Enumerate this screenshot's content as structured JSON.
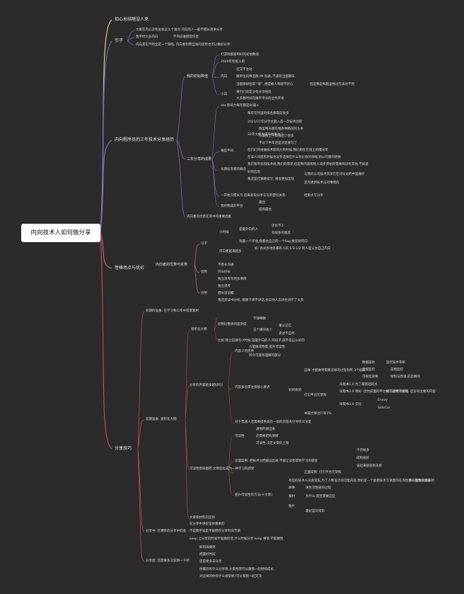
{
  "root": "内向技术人如何做分享",
  "colors": {
    "background": "#2b2b2b",
    "yellow": "#e0d36a",
    "violet": "#7563c8",
    "purple": "#8e67b8",
    "pink": "#c25c85",
    "red": "#c24e4e"
  },
  "branches": {
    "b1": "知心总结随没人来",
    "b2": "引子",
    "b2_items": [
      "大家在内心没有总会这么个观点 内向的人一般不擅长演讲分享",
      "我平时大多内向",
      "不内向谁擅得作息",
      "内向其实不完全是一个缺陷, 内向者利用自身的优势也可以做好分享"
    ],
    "b3": "内向程序员的三年技术分享经历",
    "b3_items": [
      "我的初始数值",
      "打游戏都爱和好的初始数值",
      "2020年校招入职",
      "内向",
      "社交不主动",
      "跟单位同事混群 IM 沟通, 不喜欢当面聊天",
      "当面聊却显得 \"嗯\", 想是被人和嗯不舒心",
      "但是我是和脑里想过在表达不到",
      "小白",
      "来们们前是没有分享经验",
      "大多数时间在做平平淡的业务开发",
      "三年分享的成果",
      "ata 影响力每年都是80篇+",
      "每年在阿里的排名都靠前很多",
      "2021/27年分享主题入选一次技术创新",
      "22年文献大成开始发力了",
      "群里每天都在推各种路况的头条",
      "写篇技上千年落后了很多",
      "不过下半年还是决定要写了",
      "难是不同",
      "但们们开始做技术影响力的时候,我们想在在线上的曝光率",
      "在非人间遗民时候也没有选择在什么有价值的领域,则公司需的转换",
      "我们和带有和技术组,我们的需求,但是和内容和别人同步开始的需要和没有其他,不知道",
      "长期投资者的概念",
      "好的信息",
      "我还是打算继续写, 将会更加实际",
      "与我的公司技术资深在在讨论过的中里做好",
      "还有更新技术与对事情的",
      "一开始只擅长写 后来发现分享与写的密切关系",
      "结果大写分享",
      "我终明成的平台",
      "最佳",
      "提到最优",
      "内向者的优势在其中的重要因素"
    ],
    "b4": "性格场点与优劣",
    "b4_items": [
      "内向者的优势与劣势",
      "引子",
      "小时候",
      "是最外向的人",
      "还有不少",
      "有很多的朋友",
      "有趣一个环境,我都会自己的一个flag,要坚持内向",
      "内向者越来越多",
      "如: 各式各地各都有人的 1/3-1/2 的人是认为自己内向",
      "优势",
      "不善长沟通",
      "开头好长",
      "独立思考有更多事情",
      "劣势",
      "独立思考",
      "擅长思前瞻",
      "我还爱读书分析, 能静下来不讲话,会与他人去讲也讲不了太多"
    ],
    "b5": "分享技巧",
    "b5_items": [
      "前期的准备: 在学习和工作中积累素材",
      "前期准备: 组织化大纲",
      "组织化大纲",
      "控制好整体的复杂度",
      "不够细致",
      "这个模块会少",
      "难以记忆",
      "表述不自然",
      "比如 我之前讲的小时候 是最外向的人 的段子,就不是这么好的",
      "分享的内容越多越好吗?",
      "内容少的优势",
      "力量做成数量,提升可读性",
      "听众可能有理解的部分",
      "内容多也需注意核心要点",
      "这样 才能做到需要这样的过程有所 3个层级",
      "数据驱动",
      "监控技术系统",
      "后端监控",
      "前端监控",
      "可视化效果",
      "架构与改进,前后端的",
      "好的体验",
      "打们平台元架构",
      "早版本1.0 为了最基础的点",
      "早版本2.0 目标: 因为前面的平台做了这样的结构, 还没有主要的内容",
      "早版本3.0 云化",
      "好的进行了分层",
      "Envoy",
      "SideCar",
      "本篇文章也只有1%",
      "对于普通人还需要提供具有一般的内容去引导听众深度",
      "可读性",
      "通俗的讲出来",
      "还需要结构清晰",
      "可读性,决定文章的上限",
      "可读性意味着把 文章变化成为一种学习的感受",
      "反面案例: 把技术文档搬运出来,不能让读者得到学习的感受",
      "干货很多",
      "结构很好",
      "该起来很容易去感",
      "正面案例: 打们平台元架构",
      "提升可读性的方法(十文章)",
      "有些的技术人员会常说,为了人和设计的可能内容,我们是一个能把技术写清楚的任务性的一般性的内容",
      "我们需要文章来吧",
      "文章和材料的区别",
      "故事",
      "讲生活性质的过程",
      "素材",
      "为什么,而且需要这些",
      "图片",
      "最好是的资料",
      "分享中: 在嘈杂的分享中的会",
      "在分享中讲好是很重要的",
      "不是数字就是不能把控分享时间节奏",
      "keep 上分享的时候不准确的话,什么时候分享 keep 事情 不能做到",
      "分享后: 还需要多次说明一下吧",
      "如何再做到",
      "把握好时间",
      "还是要多去分享",
      "你最近有什么分享呢,大家希望可以跟我一起继续成长",
      "对这样的你有什么感受呢?可以和我一起交流"
    ]
  }
}
